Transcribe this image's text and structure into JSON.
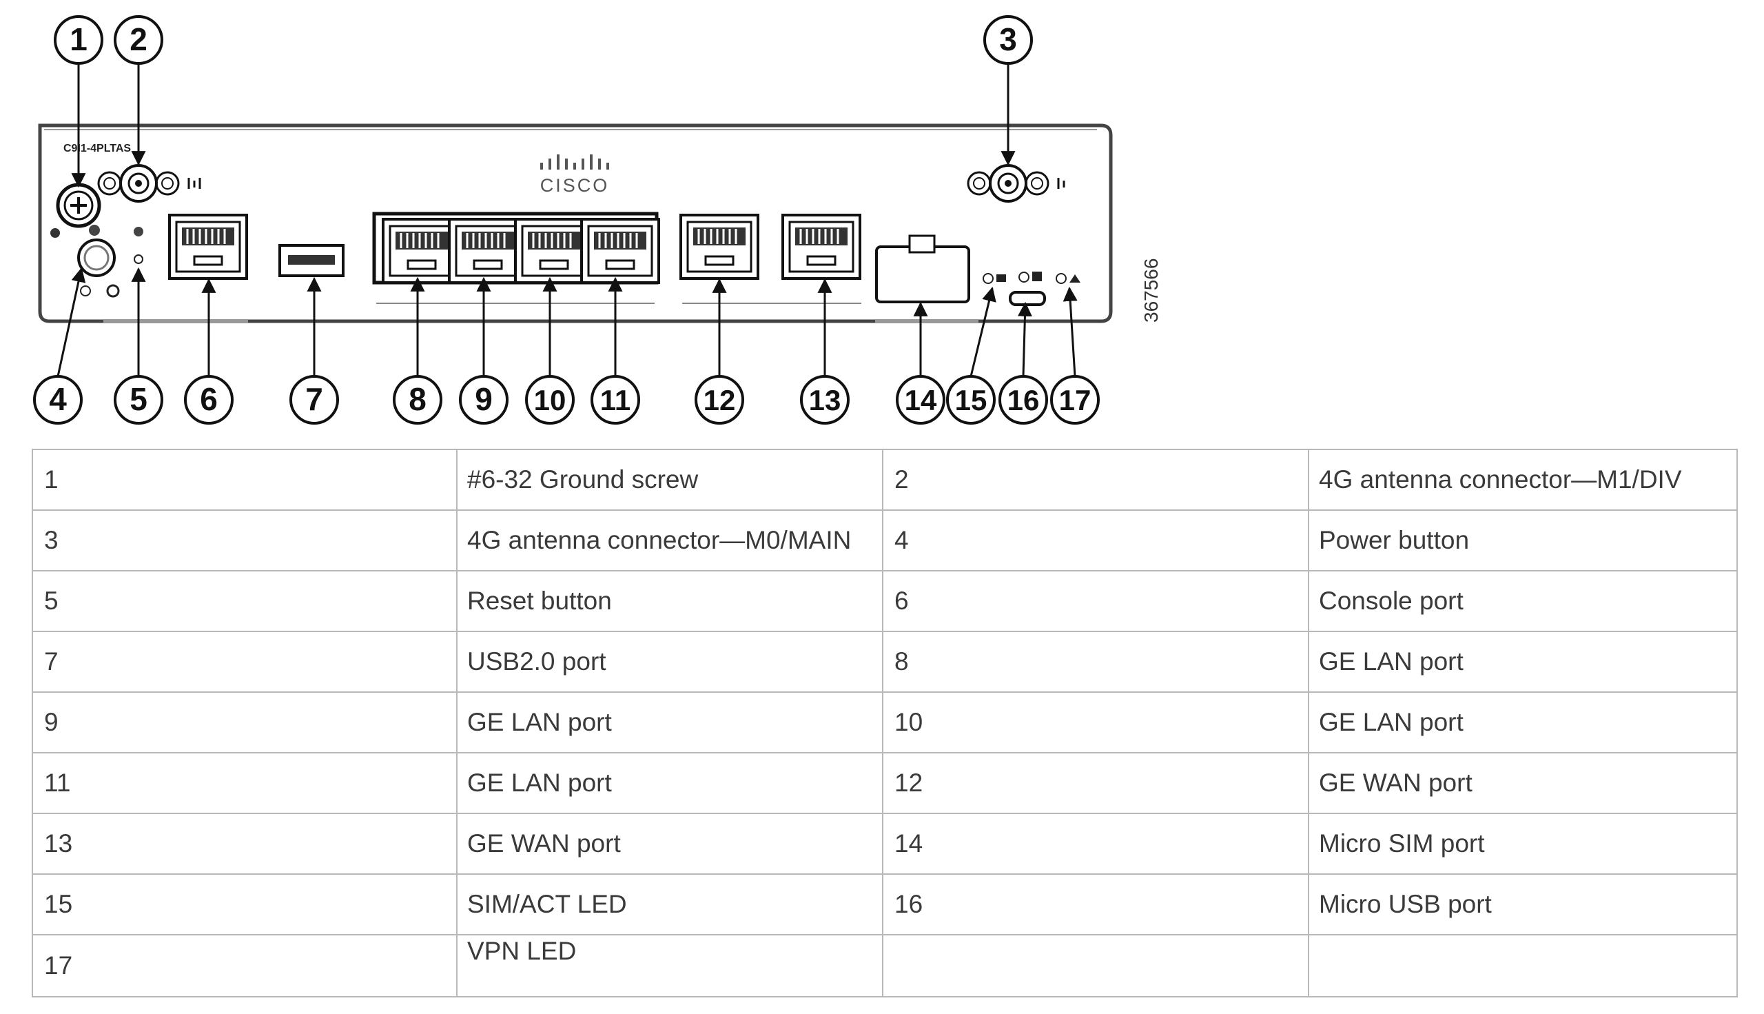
{
  "figure": {
    "model_label": "C9I1-4PLTAS",
    "brand": "CISCO",
    "figure_id": "367566",
    "callouts": [
      "1",
      "2",
      "3",
      "4",
      "5",
      "6",
      "7",
      "8",
      "9",
      "10",
      "11",
      "12",
      "13",
      "14",
      "15",
      "16",
      "17"
    ]
  },
  "legend": {
    "rows": [
      {
        "n1": "1",
        "d1": "#6-32 Ground screw",
        "n2": "2",
        "d2": "4G antenna connector—M1/DIV"
      },
      {
        "n1": "3",
        "d1": "4G antenna connector—M0/MAIN",
        "n2": "4",
        "d2": "Power button"
      },
      {
        "n1": "5",
        "d1": "Reset button",
        "n2": "6",
        "d2": "Console port"
      },
      {
        "n1": "7",
        "d1": "USB2.0 port",
        "n2": "8",
        "d2": "GE LAN port"
      },
      {
        "n1": "9",
        "d1": "GE LAN port",
        "n2": "10",
        "d2": "GE LAN port"
      },
      {
        "n1": "11",
        "d1": "GE LAN port",
        "n2": "12",
        "d2": "GE WAN port"
      },
      {
        "n1": "13",
        "d1": "GE WAN port",
        "n2": "14",
        "d2": "Micro SIM port"
      },
      {
        "n1": "15",
        "d1": "SIM/ACT LED",
        "n2": "16",
        "d2": "Micro USB port"
      },
      {
        "n1": "17",
        "d1": "VPN LED",
        "n2": "",
        "d2": ""
      }
    ]
  }
}
